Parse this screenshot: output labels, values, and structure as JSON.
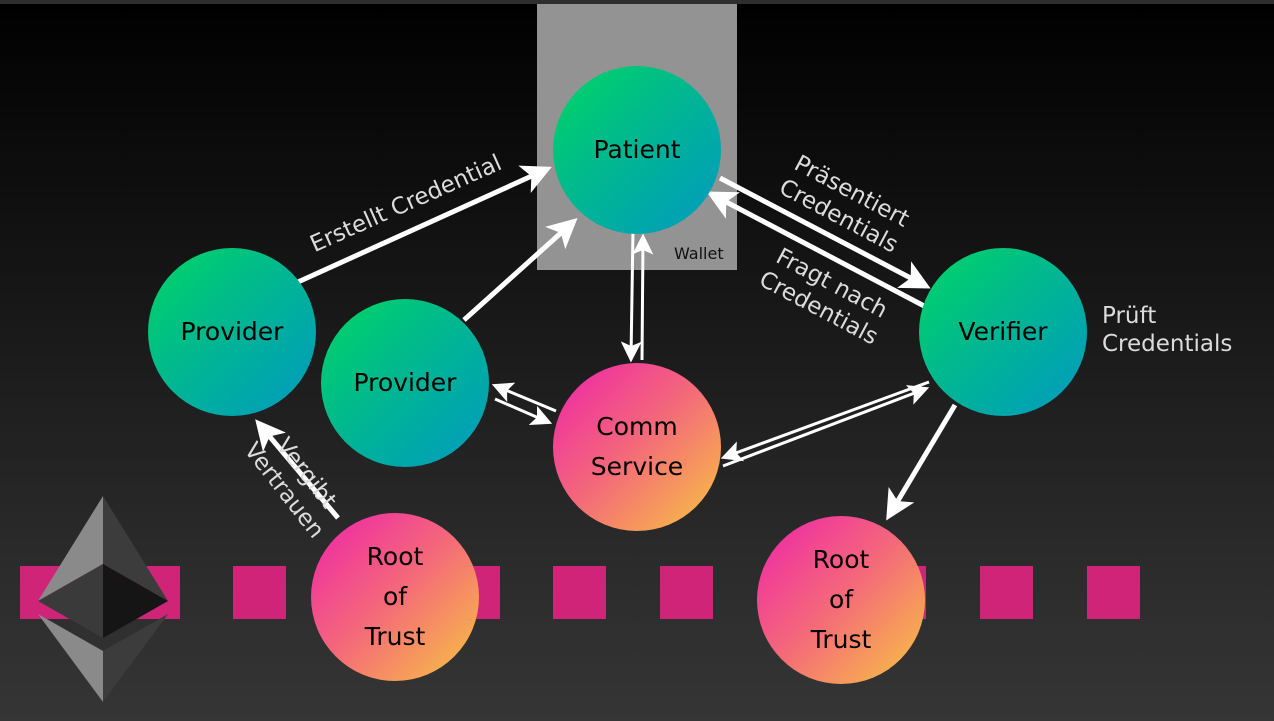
{
  "diagram": {
    "wallet_label": "Wallet",
    "nodes": {
      "patient": "Patient",
      "provider_1": "Provider",
      "provider_2": "Provider",
      "comm_service": "Comm\nService",
      "verifier": "Verifier",
      "root_of_trust_1": "Root\nof\nTrust",
      "root_of_trust_2": "Root\nof\nTrust"
    },
    "edge_labels": {
      "creates_credential": "Erstellt Credential",
      "presents_credentials": "Präsentiert\nCredentials",
      "requests_credentials": "Fragt nach\nCredentials",
      "grants_trust": "Vergibt\nVertrauen",
      "verifies_credentials": "Prüft\nCredentials"
    },
    "colors": {
      "node_green_start": "#00d563",
      "node_green_end": "#0099c2",
      "node_warm_start": "#ee22aa",
      "node_warm_end": "#f8c640",
      "blockchain_block": "#cf2478",
      "wallet_bg": "#939393"
    },
    "blockchain_icon": "ethereum-logo-icon"
  }
}
